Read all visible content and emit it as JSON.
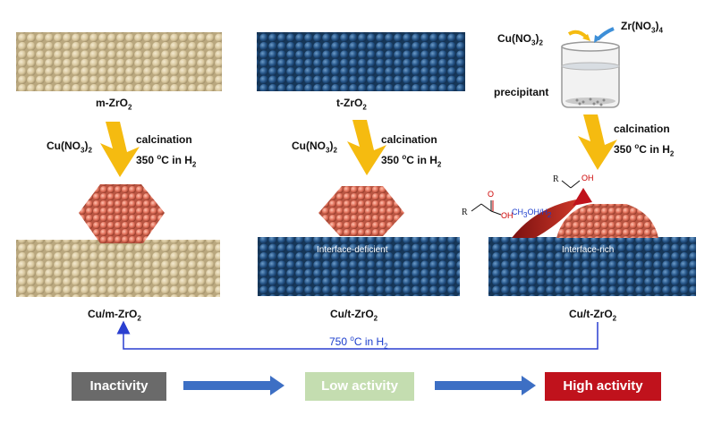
{
  "colors": {
    "beige": "#d8c9a5",
    "navy": "#1f4a7a",
    "copper": "#e0705a",
    "arrow_yellow": "#f5bb10",
    "blue_line": "#2a3fd0",
    "flow_arrow": "#3d6fc4",
    "inactivity_bg": "#6a6a6a",
    "low_bg": "#c4ddb0",
    "low_text": "#ffffff",
    "high_bg": "#c0121c"
  },
  "supports": {
    "m_label_main": "m-ZrO",
    "m_label_sub": "2",
    "t_label_main": "t-ZrO",
    "t_label_sub": "2"
  },
  "reagents": {
    "cu_main": "Cu(NO",
    "cu_sub": "3",
    "cu_close": ")",
    "cu_sub2": "2",
    "zr_main": "Zr(NO",
    "zr_sub": "3",
    "zr_close": ")",
    "zr_sub2": "4",
    "precipitant": "precipitant"
  },
  "calcination": {
    "line1": "calcination",
    "line2_pre": "350 ",
    "degree": "o",
    "line2_post": "C in H",
    "h_sub": "2"
  },
  "products": {
    "cu_m_main": "Cu/m-ZrO",
    "cu_m_sub": "2",
    "cu_t_main": "Cu/t-ZrO",
    "cu_t_sub": "2",
    "cu_t2_main": "Cu/t-ZrO",
    "cu_t2_sub": "2"
  },
  "interfaces": {
    "deficient": "Interface-deficient",
    "rich": "Interface-rich"
  },
  "reaction": {
    "acid_r": "R",
    "acid_o": "O",
    "acid_oh": "OH",
    "alcohol_r": "R",
    "alcohol_oh": "OH",
    "reagent_main": "CH",
    "reagent_sub": "3",
    "reagent_rest": "OH/H",
    "reagent_sub2": "2"
  },
  "transform": {
    "temp_pre": "750 ",
    "degree": "o",
    "temp_post": "C in H",
    "h_sub": "2"
  },
  "activity": {
    "inactivity": "Inactivity",
    "low": "Low activity",
    "high": "High activity"
  }
}
